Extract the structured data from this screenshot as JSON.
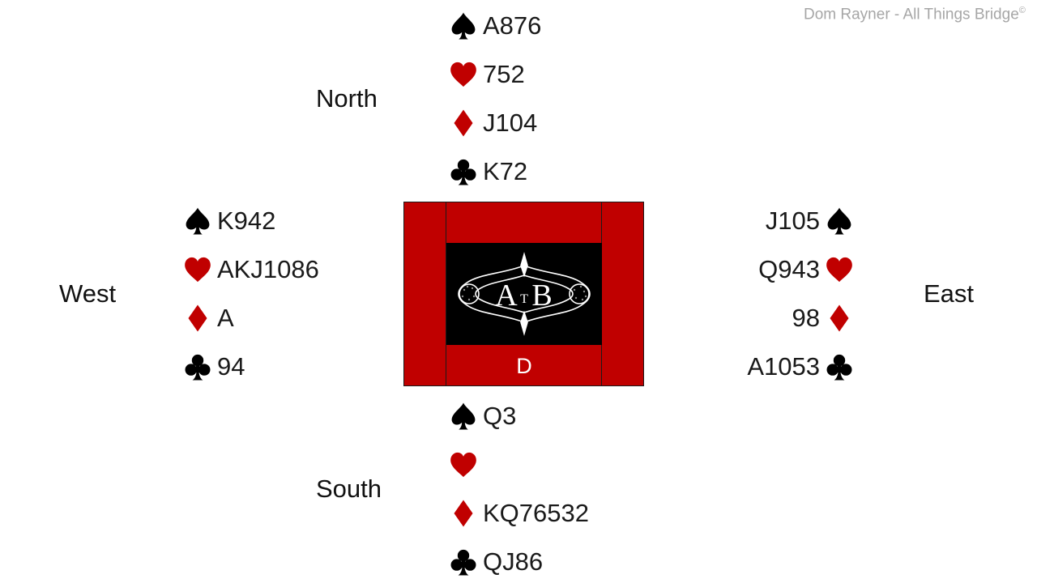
{
  "credit": {
    "text": "Dom Rayner  - All Things Bridge",
    "mark": "©"
  },
  "colors": {
    "black_suit": "#000000",
    "red_suit": "#c00000",
    "table": "#c00000",
    "logo_bg": "#000000"
  },
  "suit_icons": [
    "spade-icon",
    "heart-icon",
    "diamond-icon",
    "club-icon"
  ],
  "hands": {
    "north": {
      "label": "North",
      "spades": "A876",
      "hearts": "752",
      "diamonds": "J104",
      "clubs": "K72"
    },
    "west": {
      "label": "West",
      "spades": "K942",
      "hearts": "AKJ1086",
      "diamonds": "A",
      "clubs": "94"
    },
    "east": {
      "label": "East",
      "spades": "J105",
      "hearts": "Q943",
      "diamonds": "98",
      "clubs": "A1053"
    },
    "south": {
      "label": "South",
      "spades": "Q3",
      "hearts": "",
      "diamonds": "KQ76532",
      "clubs": "QJ86"
    }
  },
  "table": {
    "dealer_marker": "D",
    "logo_text": "ATB"
  }
}
